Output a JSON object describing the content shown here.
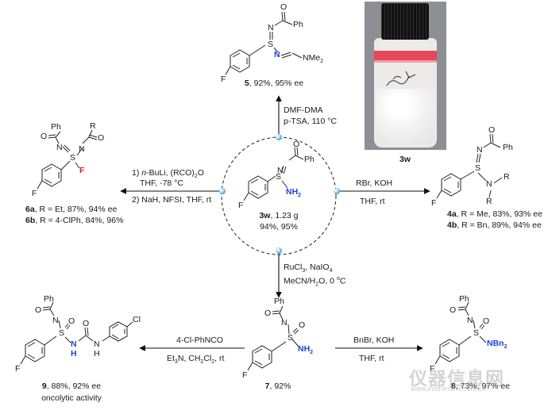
{
  "center": {
    "compound": "3w",
    "amount": ", 1.23 g",
    "yields": "94%, 95%"
  },
  "photo": {
    "caption": "3w",
    "vial_label": "3w"
  },
  "top": {
    "conditions": [
      "DMF-DMA",
      "p-TSA, 110 °C"
    ],
    "label_num": "5",
    "label_rest": ", 92%, 95% ee",
    "atoms": {
      "N": "N",
      "S": "S",
      "N2": "N",
      "NMe2": "NMe",
      "NMe2_sub": "2",
      "O": "O",
      "F": "F",
      "Ph": "Ph"
    }
  },
  "left": {
    "conditions": [
      "1) n-BuLi, (RCO)₂O",
      "THF, -78 °C",
      "2) NaH, NFSI, THF, rt"
    ],
    "labels": [
      {
        "num": "6a",
        "rest": ", R = Et, 87%, 94% ee"
      },
      {
        "num": "6b",
        "rest": ", R = 4-ClPh, 84%, 96%"
      }
    ],
    "atoms": {
      "Ph": "Ph",
      "R": "R",
      "N": "N",
      "N2": "N",
      "S": "S",
      "F_red": "F",
      "F": "F",
      "O": "O",
      "O2": "O"
    }
  },
  "right": {
    "conditions": [
      "RBr, KOH",
      "THF, rt"
    ],
    "labels": [
      {
        "num": "4a",
        "rest": ", R = Me, 83%, 93% ee"
      },
      {
        "num": "4b",
        "rest": ", R = Bn, 89%, 94% ee"
      }
    ],
    "atoms": {
      "Ph": "Ph",
      "N": "N",
      "S": "S",
      "N2": "N",
      "R1": "R",
      "R2": "R",
      "O": "O",
      "F": "F"
    }
  },
  "down": {
    "conditions": [
      "RuCl₃, NaIO₄",
      "MeCN/H₂O, 0 °C"
    ],
    "label_num": "7",
    "label_rest": ", 92%",
    "atoms": {
      "Ph": "Ph",
      "N": "N",
      "S": "S",
      "O": "O",
      "O2": "O",
      "NH2": "NH",
      "NH2_sub": "2",
      "F": "F"
    }
  },
  "bottom_left": {
    "conditions": [
      "4-Cl-PhNCO",
      "Et₃N, CH₂Cl₂, rt"
    ],
    "label_num": "9",
    "label_rest": ", 88%, 92% ee",
    "note": "oncolytic activity",
    "atoms": {
      "Ph": "Ph",
      "N": "N",
      "S": "S",
      "O": "O",
      "O2": "O",
      "O3": "O",
      "NH": "N",
      "H": "H",
      "N3": "N",
      "H2": "H",
      "Cl": "Cl",
      "F": "F"
    }
  },
  "bottom_right": {
    "conditions": [
      "BnBr, KOH",
      "THF, rt"
    ],
    "label_num": "8",
    "label_rest": ", 73%, 97% ee",
    "atoms": {
      "Ph": "Ph",
      "N": "N",
      "S": "S",
      "O": "O",
      "O2": "O",
      "NBn2": "NBn",
      "NBn2_sub": "2",
      "F": "F"
    }
  },
  "center_atoms": {
    "N": "N",
    "S": "S",
    "NH2": "NH",
    "NH2_sub": "2",
    "O": "O",
    "F": "F",
    "Ph": "Ph"
  },
  "watermark": {
    "text": "仪器信息网",
    "url": "www.instrument.com.cn"
  }
}
